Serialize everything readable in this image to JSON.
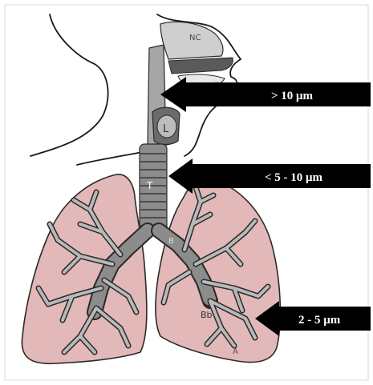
{
  "labels": {
    "nasal_cavity": "NC",
    "larynx": "L",
    "trachea": "T",
    "bronchi": "B",
    "bronchioles": "Bb",
    "alveoli": "A"
  },
  "arrows": [
    {
      "text": "> 10 μm"
    },
    {
      "text": "< 5 - 10 μm"
    },
    {
      "text": "2 - 5 μm"
    }
  ],
  "colors": {
    "lung_fill": "#e2b8b8",
    "lung_outline": "#2a2a2a",
    "airway_fill": "#8c8c8c",
    "bronchiole_fill": "#b9b9b9",
    "arrow_fill": "#000000",
    "arrow_text": "#ffffff"
  }
}
